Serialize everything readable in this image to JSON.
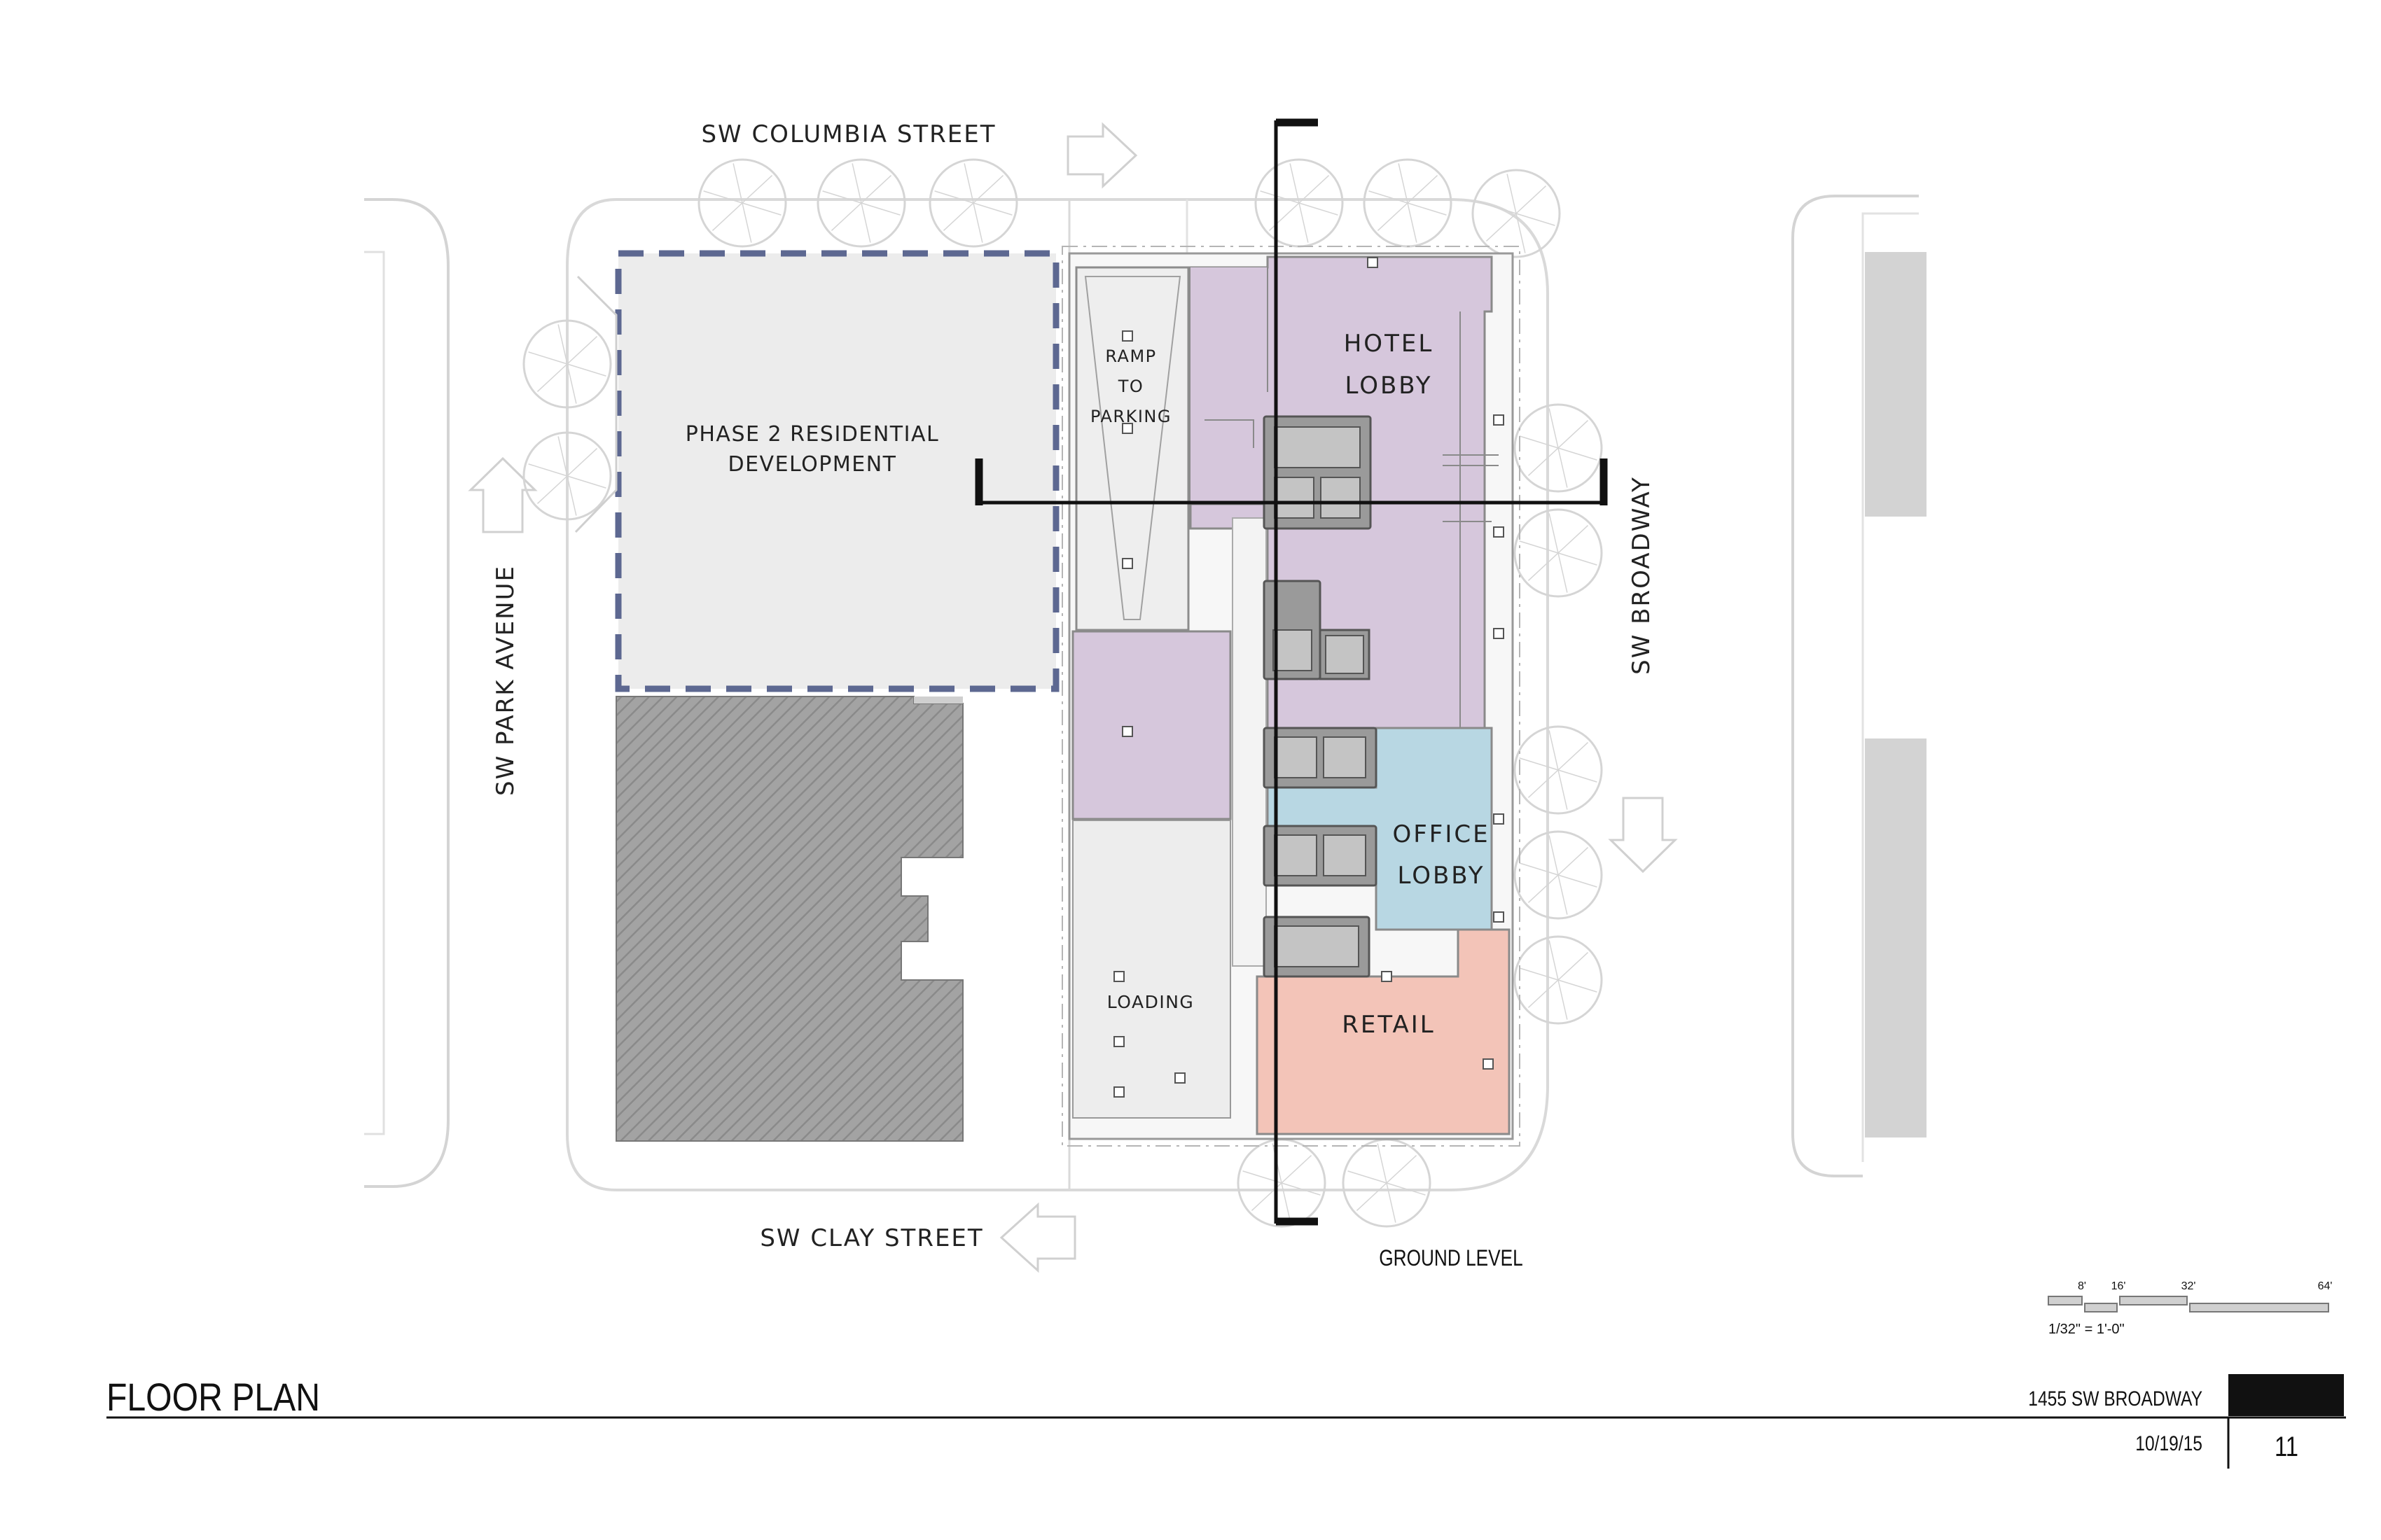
{
  "streets": {
    "north": "SW COLUMBIA STREET",
    "south": "SW CLAY STREET",
    "west": "SW PARK AVENUE",
    "east": "SW BROADWAY"
  },
  "rooms": {
    "phase2_line1": "PHASE 2 RESIDENTIAL",
    "phase2_line2": "DEVELOPMENT",
    "ramp_line1": "RAMP",
    "ramp_line2": "TO",
    "ramp_line3": "PARKING",
    "hotel_line1": "HOTEL",
    "hotel_line2": "LOBBY",
    "office_line1": "OFFICE",
    "office_line2": "LOBBY",
    "retail": "RETAIL",
    "loading": "LOADING"
  },
  "level_label": "GROUND LEVEL",
  "scale": {
    "ticks": [
      "8'",
      "16'",
      "32'",
      "64'"
    ],
    "ratio": "1/32\" = 1'-0\""
  },
  "title_block": {
    "title": "FLOOR PLAN",
    "project": "1455 SW BROADWAY",
    "date": "10/19/15",
    "page": "11"
  },
  "colors": {
    "hotel": "#d6c7dc",
    "office": "#b8d7e3",
    "retail": "#f3c4b8",
    "phase2_outline": "#5d6891",
    "existing_building": "#9a9a9a"
  }
}
